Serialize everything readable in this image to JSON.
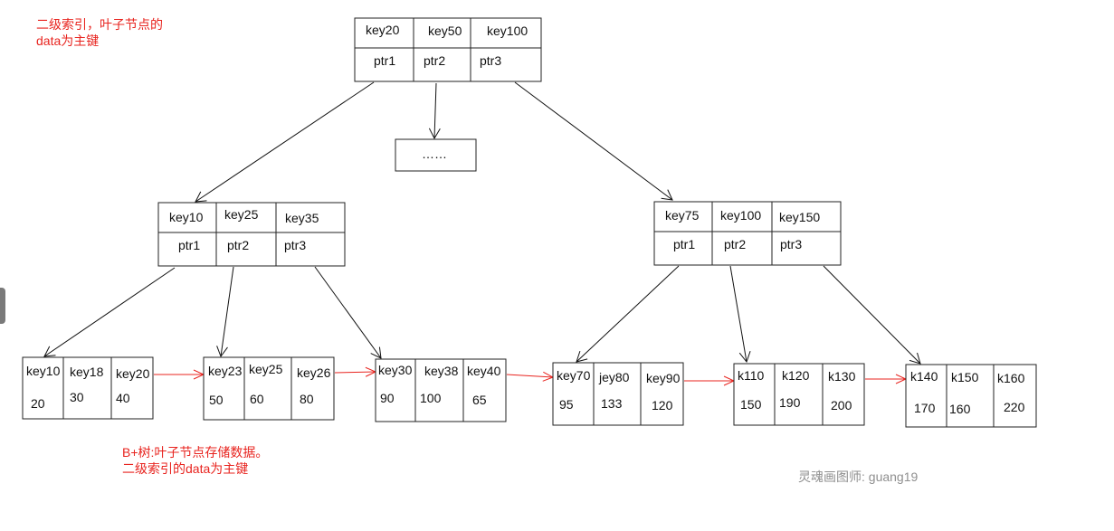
{
  "notes": {
    "top_left": "二级索引，叶子节点的\ndata为主键",
    "bottom": "B+树:叶子节点存储数据。\n二级索引的data为主键"
  },
  "watermark": "灵魂画图师:  guang19",
  "colors": {
    "note": "#e8241f",
    "leaf_link": "#e8241f",
    "tree_edge": "#111111"
  },
  "root": {
    "keys": [
      "key20",
      "key50",
      "key100"
    ],
    "ptrs": [
      "ptr1",
      "ptr2",
      "ptr3"
    ]
  },
  "middle_placeholder": "……",
  "internal_left": {
    "keys": [
      "key10",
      "key25",
      "key35"
    ],
    "ptrs": [
      "ptr1",
      "ptr2",
      "ptr3"
    ]
  },
  "internal_right": {
    "keys": [
      "key75",
      "key100",
      "key150"
    ],
    "ptrs": [
      "ptr1",
      "ptr2",
      "ptr3"
    ]
  },
  "leaves": [
    {
      "keys": [
        "key10",
        "key18",
        "key20"
      ],
      "data": [
        "20",
        "30",
        "40"
      ]
    },
    {
      "keys": [
        "key23",
        "key25",
        "key26"
      ],
      "data": [
        "50",
        "60",
        "80"
      ]
    },
    {
      "keys": [
        "key30",
        "key38",
        "key40"
      ],
      "data": [
        "90",
        "100",
        "65"
      ]
    },
    {
      "keys": [
        "key70",
        "jey80",
        "key90"
      ],
      "data": [
        "95",
        "133",
        "120"
      ]
    },
    {
      "keys": [
        "k110",
        "k120",
        "k130"
      ],
      "data": [
        "150",
        "190",
        "200"
      ]
    },
    {
      "keys": [
        "k140",
        "k150",
        "k160"
      ],
      "data": [
        "170",
        "160",
        "220"
      ]
    }
  ]
}
